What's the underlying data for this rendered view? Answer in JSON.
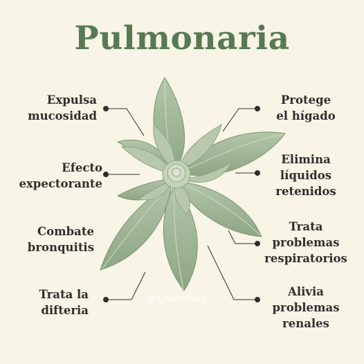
{
  "title": "Pulmonaria",
  "watermark": "@ignisnatura",
  "colors": {
    "background": "#f8f4e6",
    "title": "#577a54",
    "leaf": "#9fb596",
    "leaf_dark": "#7f9877",
    "text": "#2e2e2e",
    "connector": "#2e2e2e"
  },
  "benefits_left": [
    {
      "line1": "Expulsa",
      "line2": "mucosidad"
    },
    {
      "line1": "Efecto",
      "line2": "expectorante"
    },
    {
      "line1": "Combate",
      "line2": "bronquitis"
    },
    {
      "line1": "Trata la",
      "line2": "difteria"
    }
  ],
  "benefits_right": [
    {
      "line1": "Protege",
      "line2": "el hígado"
    },
    {
      "line1": "Elimina",
      "line2": "líquidos",
      "line3": "retenidos"
    },
    {
      "line1": "Trata",
      "line2": "problemas",
      "line3": "respiratorios"
    },
    {
      "line1": "Alivia",
      "line2": "problemas",
      "line3": "renales"
    }
  ]
}
